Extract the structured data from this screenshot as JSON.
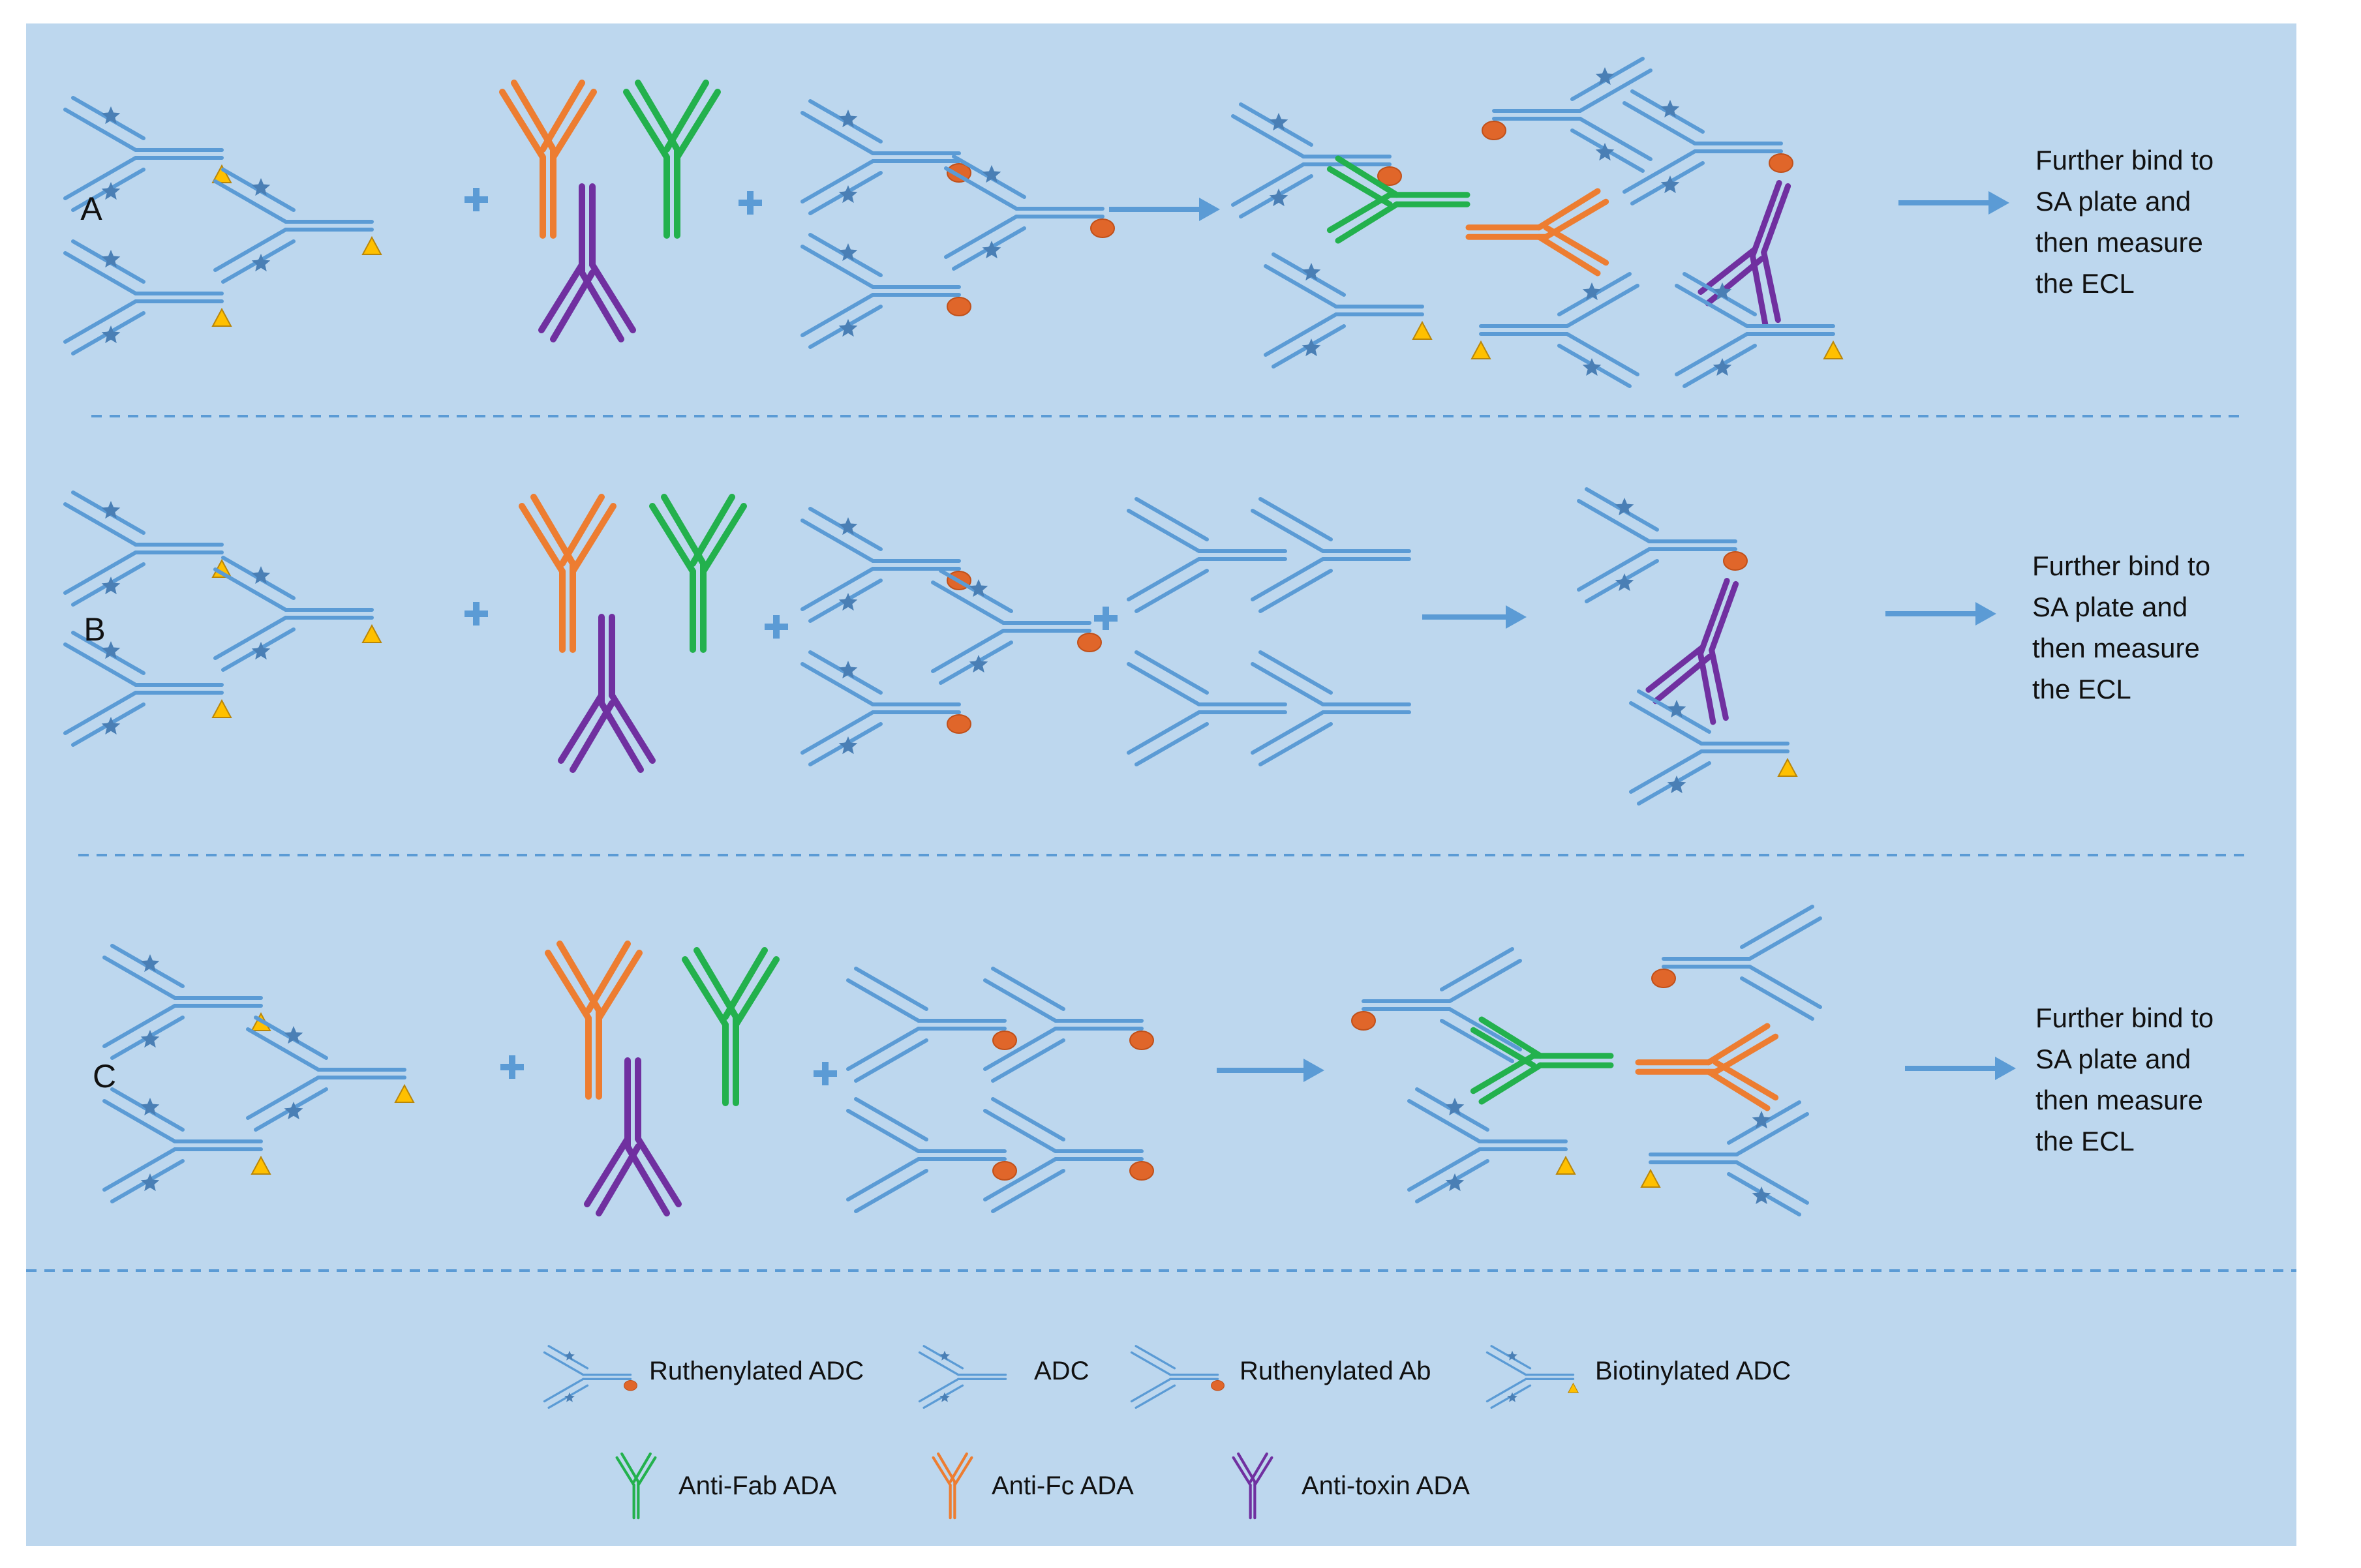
{
  "colors": {
    "background": "#bdd7ee",
    "antibody": "#5b9bd5",
    "star": "#4a7fb5",
    "ruthenium": "#e0662a",
    "biotin": "#ffc000",
    "anti_fab": "#23b14d",
    "anti_fc": "#ed7d31",
    "anti_toxin": "#7030a0",
    "arrow": "#5b9bd5",
    "divider": "#5b9bd5"
  },
  "rows": [
    {
      "id": "A",
      "label": "A",
      "result": "Further bind to\nSA plate and\nthen measure\nthe ECL"
    },
    {
      "id": "B",
      "label": "B",
      "result": "Further bind to\nSA plate and\nthen measure\nthe ECL"
    },
    {
      "id": "C",
      "label": "C",
      "result": "Further bind to\nSA plate and\nthen measure\nthe ECL"
    }
  ],
  "legend": [
    {
      "icon": "ruthenylated-adc-icon",
      "label": "Ruthenylated ADC"
    },
    {
      "icon": "adc-icon",
      "label": "ADC"
    },
    {
      "icon": "ruthenylated-ab-icon",
      "label": "Ruthenylated Ab"
    },
    {
      "icon": "biotinylated-adc-icon",
      "label": "Biotinylated ADC"
    },
    {
      "icon": "anti-fab-ada-icon",
      "label": "Anti-Fab ADA"
    },
    {
      "icon": "anti-fc-ada-icon",
      "label": "Anti-Fc ADA"
    },
    {
      "icon": "anti-toxin-ada-icon",
      "label": "Anti-toxin ADA"
    }
  ]
}
